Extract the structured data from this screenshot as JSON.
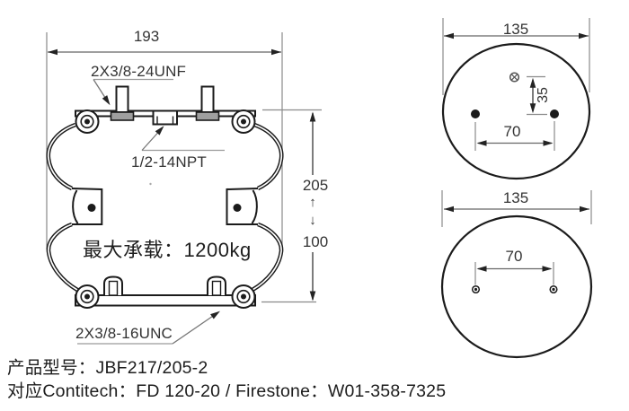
{
  "front_view": {
    "width_dim": "193",
    "top_stud_label": "2X3/8-24UNF",
    "port_label": "1/2-14NPT",
    "max_height_dim": "205",
    "range_up_glyph": "↑",
    "range_down_glyph": "↓",
    "min_height_dim": "100",
    "max_load_text": "最大承载：1200kg",
    "bottom_stud_label": "2X3/8-16UNC"
  },
  "top_view": {
    "diameter_dim": "135",
    "port_offset_dim": "35",
    "stud_spacing_dim": "70"
  },
  "bottom_view": {
    "diameter_dim": "135",
    "stud_spacing_dim": "70"
  },
  "footer": {
    "model_line": "产品型号：JBF217/205-2",
    "crossref_line": "对应Contitech：FD 120-20 / Firestone：W01-358-7325"
  },
  "colors": {
    "line": "#1b1b1b",
    "dim_line": "#777777",
    "underline": "#9a9a9a",
    "arrow": "#232323"
  }
}
